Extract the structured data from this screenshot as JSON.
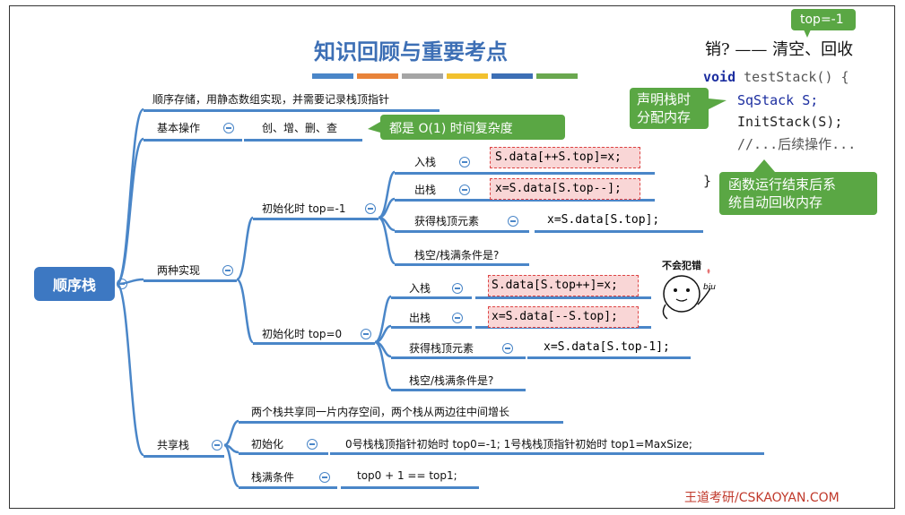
{
  "title": "知识回顾与重要考点",
  "colors": {
    "bars": [
      "#4a86c8",
      "#e8833a",
      "#a5a5a5",
      "#f2c12e",
      "#3d6fb5",
      "#6aa84f"
    ],
    "accent": "#4a86c8",
    "green": "#5aa744",
    "pinkFill": "#f9d6d6"
  },
  "root": "顺序栈",
  "top_note": "顺序存储，用静态数组实现，并需要记录栈顶指针",
  "basic": {
    "label": "基本操作",
    "ops": "创、增、删、查",
    "callout": "都是 O(1) 时间复杂度"
  },
  "two": {
    "label": "两种实现",
    "a": {
      "label": "初始化时 top=-1",
      "push": {
        "label": "入栈",
        "code": "S.data[++S.top]=x;"
      },
      "pop": {
        "label": "出栈",
        "code": "x=S.data[S.top--];"
      },
      "peek": {
        "label": "获得栈顶元素",
        "code": "x=S.data[S.top];"
      },
      "cond": "栈空/栈满条件是?"
    },
    "b": {
      "label": "初始化时 top=0",
      "push": {
        "label": "入栈",
        "code": "S.data[S.top++]=x;"
      },
      "pop": {
        "label": "出栈",
        "code": "x=S.data[--S.top];"
      },
      "peek": {
        "label": "获得栈顶元素",
        "code": "x=S.data[S.top-1];"
      },
      "cond": "栈空/栈满条件是?"
    }
  },
  "shared": {
    "label": "共享栈",
    "note": "两个栈共享同一片内存空间，两个栈从两边往中间增长",
    "init": {
      "label": "初始化",
      "text": "0号栈栈顶指针初始时 top0=-1;  1号栈栈顶指针初始时  top1=MaxSize;"
    },
    "full": {
      "label": "栈满条件",
      "text": "top0 + 1 == top1;"
    }
  },
  "right": {
    "topbox": "top=-1",
    "destroy": "销? —— 清空、回收",
    "code": {
      "l1_kw": "void",
      "l1_rest": " testStack() {",
      "l2": "SqStack S;",
      "l3": "InitStack(S);",
      "l4": "//...后续操作...",
      "l5": "}"
    },
    "callout1": "声明栈时\n分配内存",
    "callout2": "函数运行结束后系\n统自动回收内存"
  },
  "sticker": {
    "caption": "不会犯错",
    "bubble": "biu"
  },
  "footer": "王道考研/CSKAOYAN.COM"
}
